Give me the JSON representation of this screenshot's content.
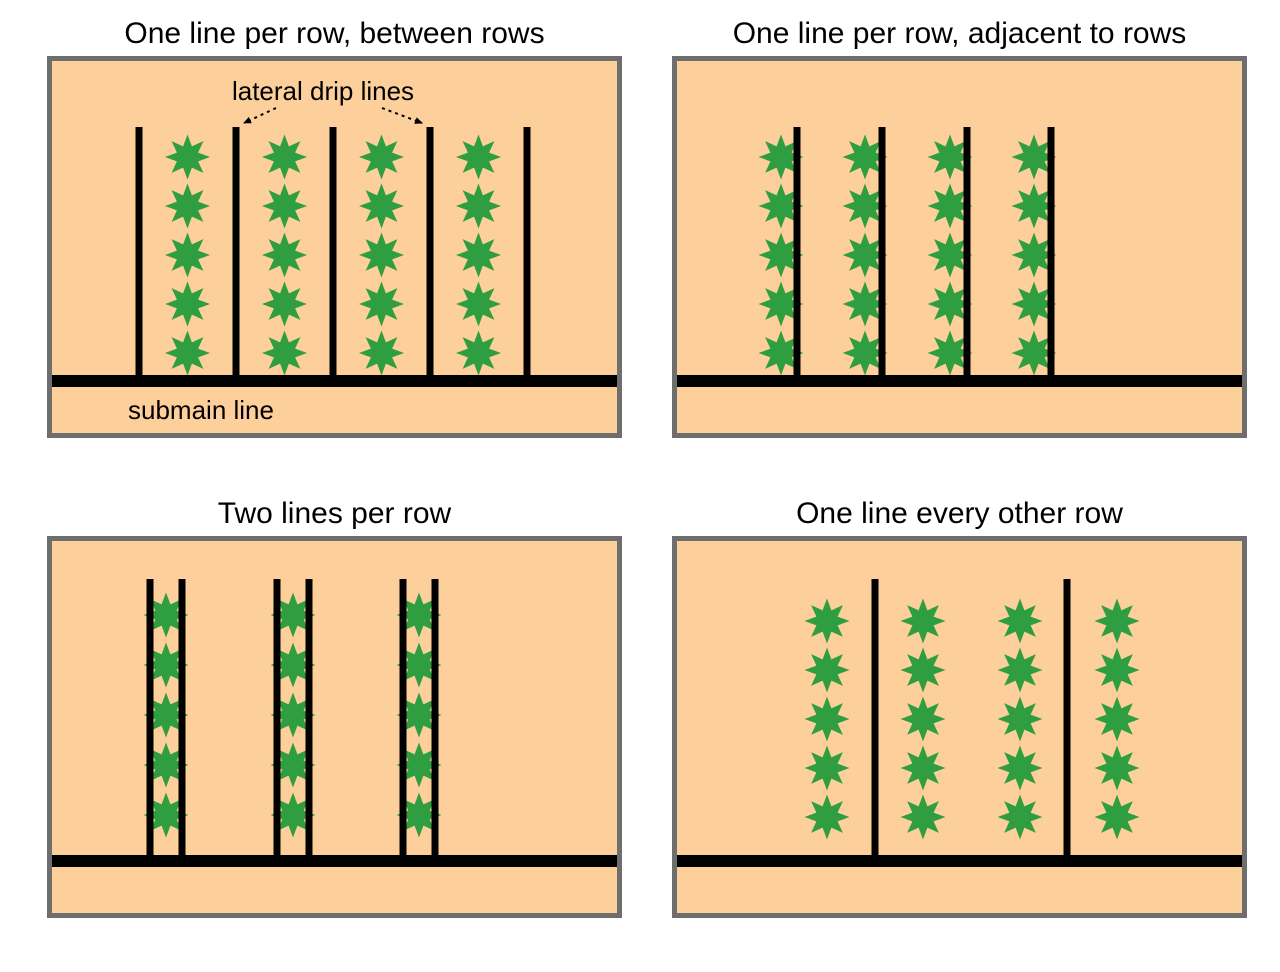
{
  "colors": {
    "page_background": "#ffffff",
    "panel_background": "#fccf9b",
    "panel_border": "#6e6e6e",
    "pipe_black": "#000000",
    "plant_green": "#2f9e41",
    "text": "#000000"
  },
  "figure": {
    "panels": [
      {
        "key": "between_rows",
        "title": "One line per row, between rows",
        "lateral_line_count": 5,
        "plant_columns": 4,
        "plants_per_column": 5,
        "labels": {
          "lateral": "lateral drip lines",
          "submain": "submain line"
        }
      },
      {
        "key": "adjacent_rows",
        "title": "One line per row, adjacent to rows",
        "lateral_line_count": 4,
        "plant_columns": 4,
        "plants_per_column": 5
      },
      {
        "key": "two_lines_per_row",
        "title": "Two lines per row",
        "lateral_line_count": 6,
        "plant_columns": 3,
        "plants_per_column": 5
      },
      {
        "key": "every_other_row",
        "title": "One line every other row",
        "lateral_line_count": 2,
        "plant_columns": 4,
        "plants_per_column": 5
      }
    ]
  }
}
